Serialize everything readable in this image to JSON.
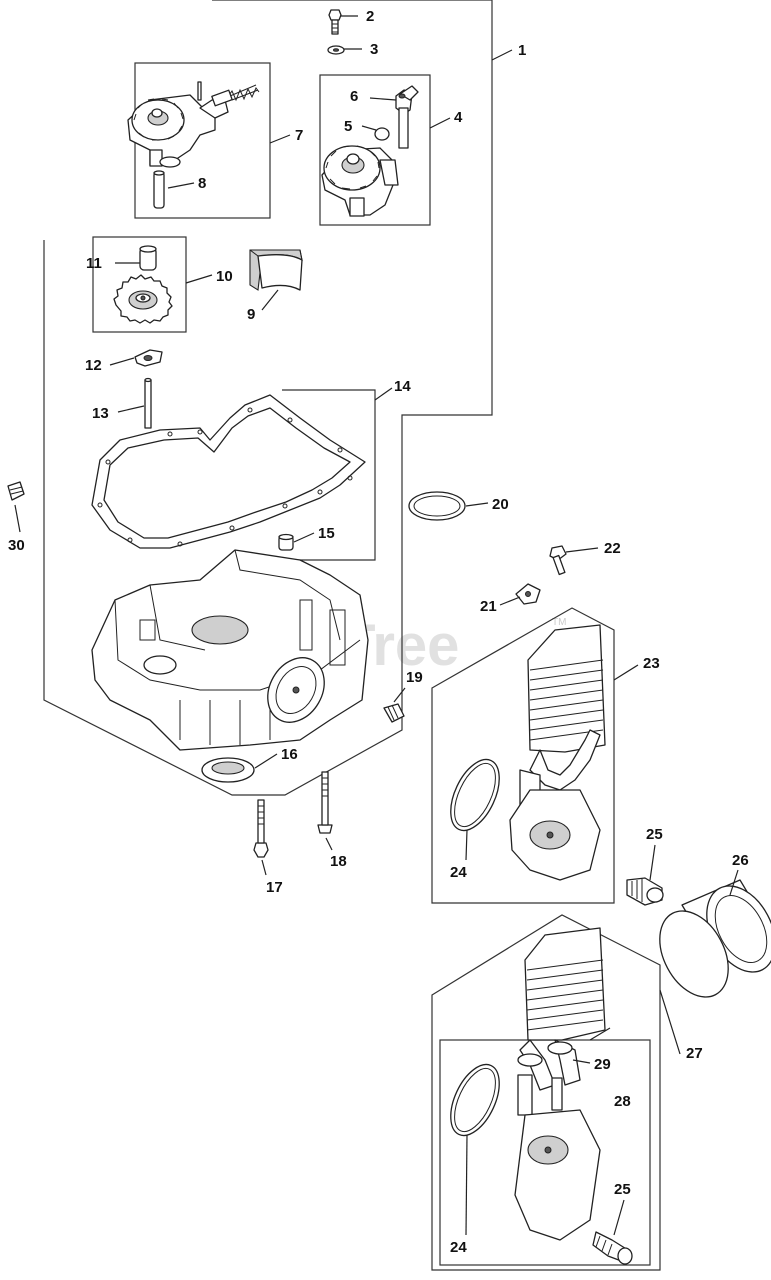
{
  "watermark": {
    "text": "PartsTree",
    "trademark": "TM"
  },
  "callouts": [
    {
      "id": "c1",
      "label": "1"
    },
    {
      "id": "c2",
      "label": "2"
    },
    {
      "id": "c3",
      "label": "3"
    },
    {
      "id": "c4",
      "label": "4"
    },
    {
      "id": "c5",
      "label": "5"
    },
    {
      "id": "c6",
      "label": "6"
    },
    {
      "id": "c7",
      "label": "7"
    },
    {
      "id": "c8",
      "label": "8"
    },
    {
      "id": "c9",
      "label": "9"
    },
    {
      "id": "c10",
      "label": "10"
    },
    {
      "id": "c11",
      "label": "11"
    },
    {
      "id": "c12",
      "label": "12"
    },
    {
      "id": "c13",
      "label": "13"
    },
    {
      "id": "c14",
      "label": "14"
    },
    {
      "id": "c15",
      "label": "15"
    },
    {
      "id": "c16",
      "label": "16"
    },
    {
      "id": "c17",
      "label": "17"
    },
    {
      "id": "c18",
      "label": "18"
    },
    {
      "id": "c19",
      "label": "19"
    },
    {
      "id": "c20",
      "label": "20"
    },
    {
      "id": "c21",
      "label": "21"
    },
    {
      "id": "c22",
      "label": "22"
    },
    {
      "id": "c23",
      "label": "23"
    },
    {
      "id": "c24a",
      "label": "24"
    },
    {
      "id": "c25a",
      "label": "25"
    },
    {
      "id": "c26",
      "label": "26"
    },
    {
      "id": "c27",
      "label": "27"
    },
    {
      "id": "c28",
      "label": "28"
    },
    {
      "id": "c29",
      "label": "29"
    },
    {
      "id": "c24b",
      "label": "24"
    },
    {
      "id": "c25b",
      "label": "25"
    },
    {
      "id": "c30",
      "label": "30"
    }
  ]
}
